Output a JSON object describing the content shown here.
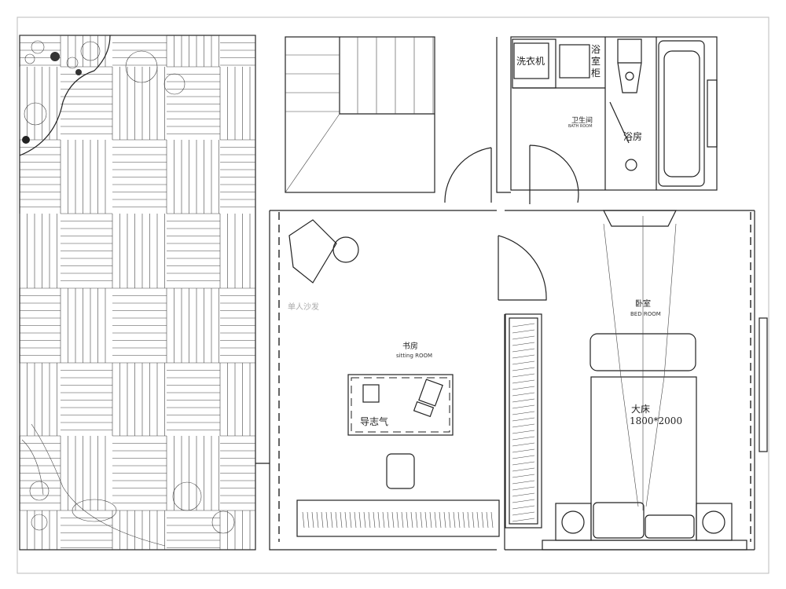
{
  "rooms": {
    "bath": {
      "cn": "卫生间",
      "en": "BATH ROOM"
    },
    "washer": "洗衣机",
    "cabinet": "浴室柜",
    "shower": "浴房",
    "study": {
      "cn": "书房",
      "en": "sitting ROOM"
    },
    "armchair": "单人沙发",
    "desk_label": "导志气",
    "bedroom": {
      "cn": "卧室",
      "en": "BED ROOM"
    },
    "bed": {
      "cn": "大床",
      "size": "1800*2000"
    }
  },
  "colors": {
    "line": "#222222",
    "background": "#ffffff"
  }
}
